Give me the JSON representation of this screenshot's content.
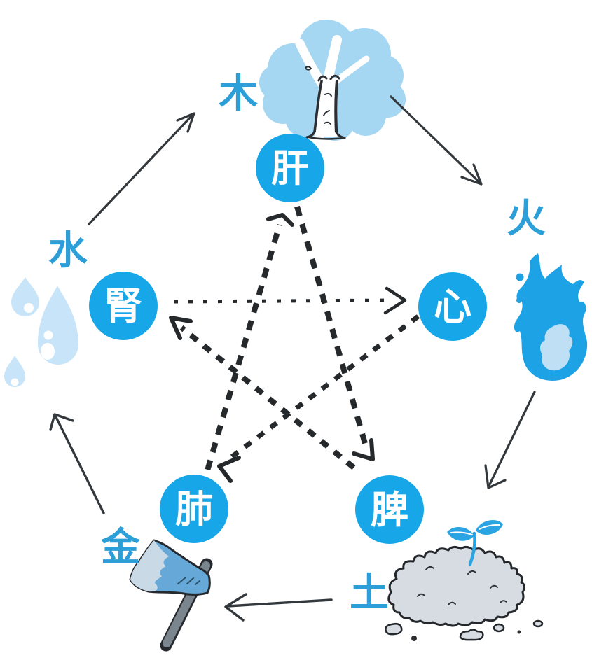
{
  "diagram": {
    "type": "five-elements-organ-cycle",
    "background": "#ffffff",
    "organs": {
      "liver": {
        "label": "肝",
        "element_ref": "wood"
      },
      "heart": {
        "label": "心",
        "element_ref": "fire"
      },
      "spleen": {
        "label": "脾",
        "element_ref": "earth"
      },
      "lung": {
        "label": "肺",
        "element_ref": "metal"
      },
      "kidney": {
        "label": "腎",
        "element_ref": "water"
      }
    },
    "elements": {
      "wood": {
        "label": "木",
        "illustration": "tree-icon"
      },
      "fire": {
        "label": "火",
        "illustration": "flame-icon"
      },
      "earth": {
        "label": "土",
        "illustration": "soil-mound-sprout-icon"
      },
      "metal": {
        "label": "金",
        "illustration": "axe-icon"
      },
      "water": {
        "label": "水",
        "illustration": "water-drops-icon"
      }
    },
    "cycles": {
      "generating_solid_arrows": [
        "water→wood",
        "wood→fire",
        "fire→earth",
        "earth→metal",
        "metal→water"
      ],
      "controlling_dashed_arrows": [
        "kidney→heart",
        "lung→liver",
        "liver→spleen",
        "heart→lung",
        "spleen→kidney"
      ]
    },
    "colors": {
      "node_fill": "#17a7e8",
      "node_text": "#ffffff",
      "element_label": "#2d9fd8",
      "foliage_light_blue": "#a5d7f3",
      "drop_pale_blue": "#c8e4f8",
      "flame_blue": "#1ea2e6",
      "flame_core": "#bedff4",
      "arrow_dark": "#33383c",
      "dash_dark": "#26292c",
      "soil_gray": "#d6dce1",
      "axe_head_blue": "#66a9d8",
      "axe_edge_light": "#c9dae6",
      "handle_gray": "#7b858e"
    }
  }
}
